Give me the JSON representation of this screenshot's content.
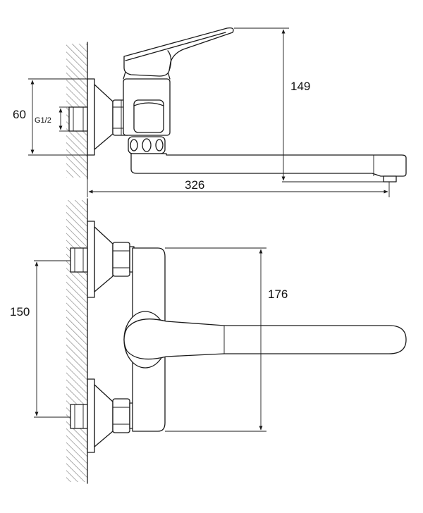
{
  "dimensions": {
    "top_height": "149",
    "top_length": "326",
    "nut_height": "60",
    "thread": "G1/2",
    "bottom_spacing": "150",
    "bottom_height": "176"
  },
  "colors": {
    "line": "#1a1a1a",
    "hatch": "#8a8a8a",
    "background": "#ffffff"
  }
}
